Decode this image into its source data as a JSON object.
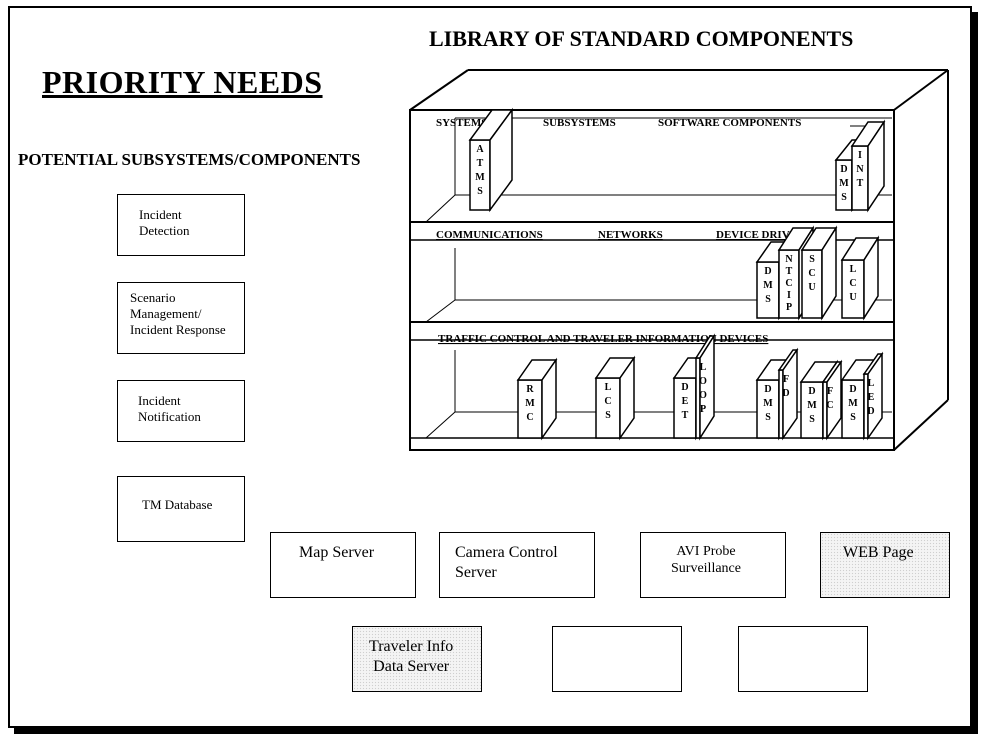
{
  "title": "LIBRARY OF STANDARD COMPONENTS",
  "priority_heading": "PRIORITY NEEDS",
  "potential_heading": "POTENTIAL SUBSYSTEMS/COMPONENTS",
  "left_boxes": [
    {
      "label": "Incident\nDetection"
    },
    {
      "label": "Scenario\nManagement/\nIncident Response"
    },
    {
      "label": "Incident\nNotification"
    },
    {
      "label": "TM Database"
    }
  ],
  "server_boxes": [
    {
      "label": "Map Server"
    },
    {
      "label": "Camera Control\nServer"
    },
    {
      "label": "AVI Probe\nSurveillance"
    },
    {
      "label": "WEB Page"
    },
    {
      "label": "Traveler Info\nData Server"
    },
    {
      "label": ""
    },
    {
      "label": ""
    }
  ],
  "shelves": [
    {
      "headings": [
        "SYSTEMS",
        "SUBSYSTEMS",
        "SOFTWARE COMPONENTS"
      ],
      "books": [
        {
          "letters": "ATMS"
        },
        {
          "letters": "DMS"
        },
        {
          "letters": "INT"
        }
      ]
    },
    {
      "headings": [
        "COMMUNICATIONS",
        "NETWORKS",
        "DEVICE DRIVERS"
      ],
      "books": [
        {
          "letters": "DMS"
        },
        {
          "letters": "NTCIP"
        },
        {
          "letters": "SCU"
        },
        {
          "letters": "LCU"
        }
      ]
    },
    {
      "headings": [
        "TRAFFIC CONTROL AND TRAVELER  INFORMATION DEVICES"
      ],
      "books": [
        {
          "letters": "RMC"
        },
        {
          "letters": "LCS"
        },
        {
          "letters": "DET"
        },
        {
          "letters": "LOOP"
        },
        {
          "letters": "DMS"
        },
        {
          "letters": "FD"
        },
        {
          "letters": "DMS"
        },
        {
          "letters": "FC"
        },
        {
          "letters": "DMS"
        },
        {
          "letters": "LED"
        }
      ]
    }
  ]
}
